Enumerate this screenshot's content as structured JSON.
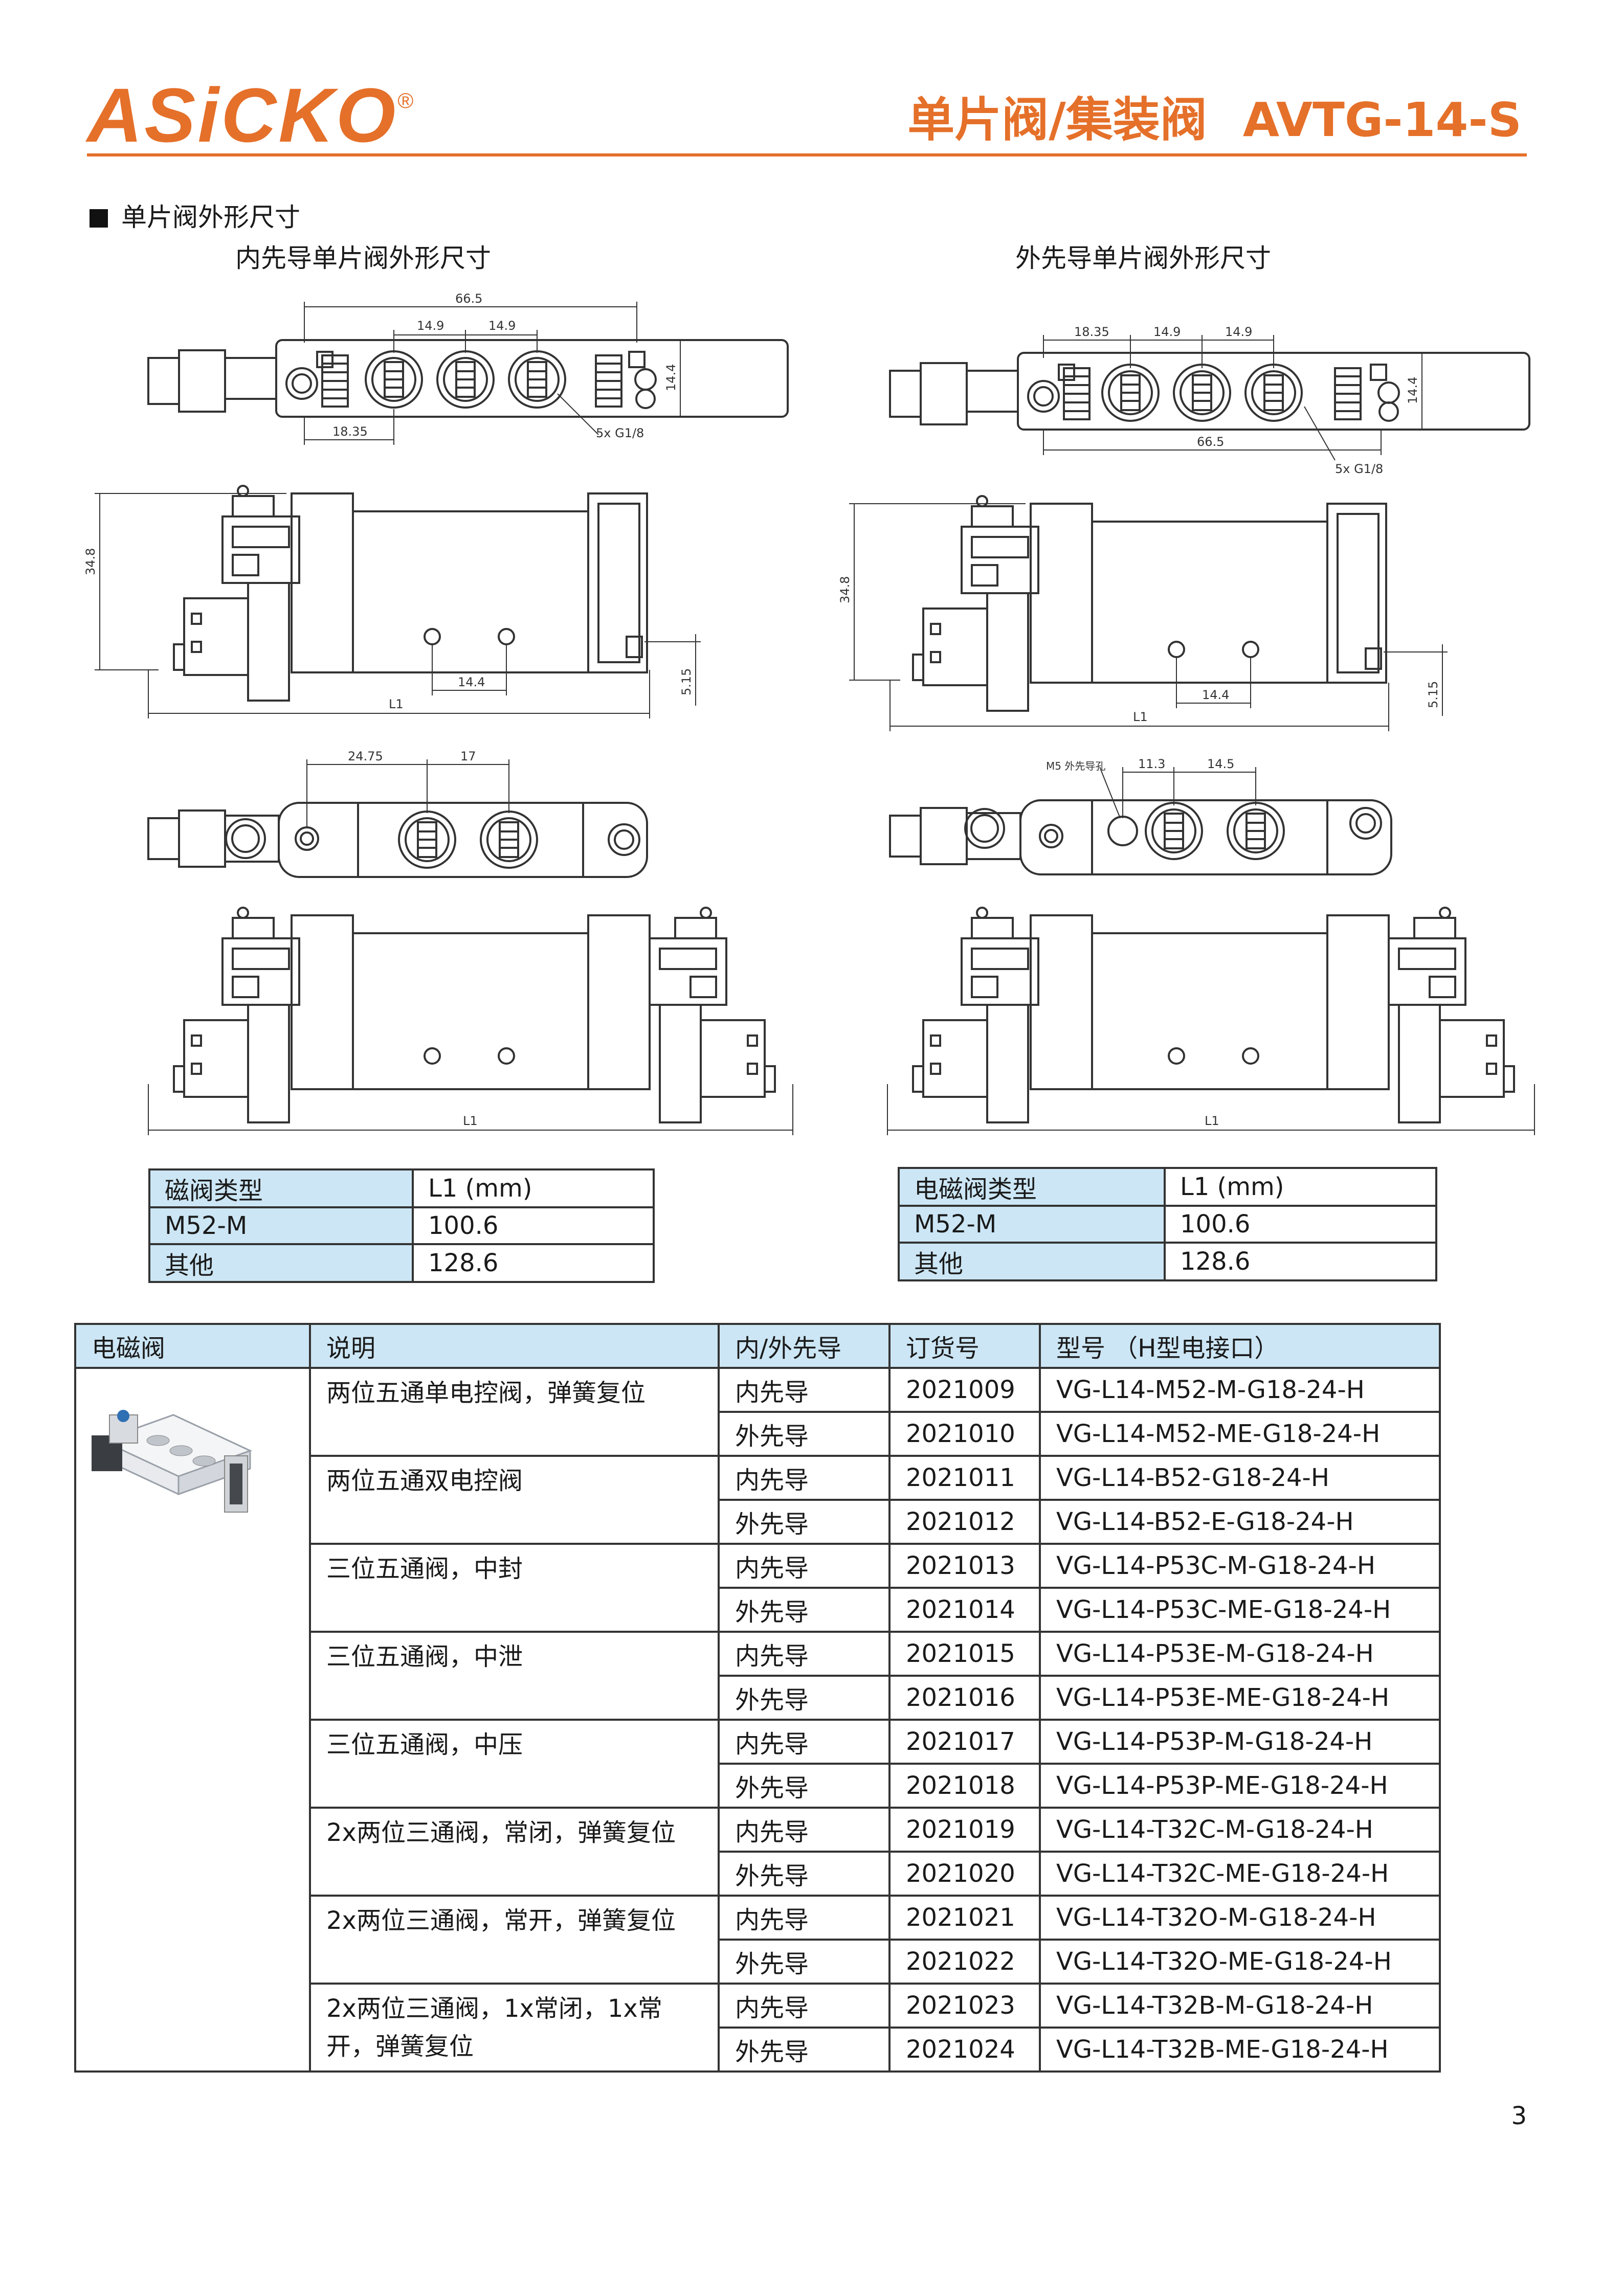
{
  "header": {
    "brand": "ASiCKO",
    "registered": "®",
    "title": "单片阀/集装阀",
    "code": "AVTG-14-S"
  },
  "section_title": "单片阀外形尺寸",
  "left_subtitle": "内先导单片阀外形尺寸",
  "right_subtitle": "外先导单片阀外形尺寸",
  "dims_left_top": {
    "overall": "66.5",
    "p1": "14.9",
    "p2": "14.9",
    "offset": "18.35",
    "height": "14.4",
    "ports": "5x G1/8"
  },
  "dims_right_top": {
    "offset": "18.35",
    "p1": "14.9",
    "p2": "14.9",
    "overall": "66.5",
    "height": "14.4",
    "ports": "5x G1/8"
  },
  "dims_side": {
    "height": "34.8",
    "pitch": "14.4",
    "base": "5.15",
    "length": "L1"
  },
  "dims_left_mid": {
    "a": "24.75",
    "b": "17"
  },
  "dims_right_mid": {
    "m5": "M5 外先导孔",
    "a": "11.3",
    "b": "14.5"
  },
  "dims_bottom": {
    "length": "L1"
  },
  "small_table_left": {
    "header": [
      "磁阀类型",
      "L1 (mm)"
    ],
    "rows": [
      [
        "M52-M",
        "100.6"
      ],
      [
        "其他",
        "128.6"
      ]
    ]
  },
  "small_table_right": {
    "header": [
      "电磁阀类型",
      "L1 (mm)"
    ],
    "rows": [
      [
        "M52-M",
        "100.6"
      ],
      [
        "其他",
        "128.6"
      ]
    ]
  },
  "main_table": {
    "header": [
      "电磁阀",
      "说明",
      "内/外先导",
      "订货号",
      "型号 （H型电接口）"
    ],
    "groups": [
      {
        "desc": "两位五通单电控阀，弹簧复位",
        "rows": [
          [
            "内先导",
            "2021009",
            "VG-L14-M52-M-G18-24-H"
          ],
          [
            "外先导",
            "2021010",
            "VG-L14-M52-ME-G18-24-H"
          ]
        ]
      },
      {
        "desc": "两位五通双电控阀",
        "rows": [
          [
            "内先导",
            "2021011",
            "VG-L14-B52-G18-24-H"
          ],
          [
            "外先导",
            "2021012",
            "VG-L14-B52-E-G18-24-H"
          ]
        ]
      },
      {
        "desc": "三位五通阀，中封",
        "rows": [
          [
            "内先导",
            "2021013",
            "VG-L14-P53C-M-G18-24-H"
          ],
          [
            "外先导",
            "2021014",
            "VG-L14-P53C-ME-G18-24-H"
          ]
        ]
      },
      {
        "desc": "三位五通阀，中泄",
        "rows": [
          [
            "内先导",
            "2021015",
            "VG-L14-P53E-M-G18-24-H"
          ],
          [
            "外先导",
            "2021016",
            "VG-L14-P53E-ME-G18-24-H"
          ]
        ]
      },
      {
        "desc": "三位五通阀，中压",
        "rows": [
          [
            "内先导",
            "2021017",
            "VG-L14-P53P-M-G18-24-H"
          ],
          [
            "外先导",
            "2021018",
            "VG-L14-P53P-ME-G18-24-H"
          ]
        ]
      },
      {
        "desc": "2x两位三通阀，常闭，弹簧复位",
        "rows": [
          [
            "内先导",
            "2021019",
            "VG-L14-T32C-M-G18-24-H"
          ],
          [
            "外先导",
            "2021020",
            "VG-L14-T32C-ME-G18-24-H"
          ]
        ]
      },
      {
        "desc": "2x两位三通阀，常开，弹簧复位",
        "rows": [
          [
            "内先导",
            "2021021",
            "VG-L14-T32O-M-G18-24-H"
          ],
          [
            "外先导",
            "2021022",
            "VG-L14-T32O-ME-G18-24-H"
          ]
        ]
      },
      {
        "desc": "2x两位三通阀，1x常闭，1x常开，弹簧复位",
        "rows": [
          [
            "内先导",
            "2021023",
            "VG-L14-T32B-M-G18-24-H"
          ],
          [
            "外先导",
            "2021024",
            "VG-L14-T32B-ME-G18-24-H"
          ]
        ]
      }
    ]
  },
  "page_number": "3"
}
